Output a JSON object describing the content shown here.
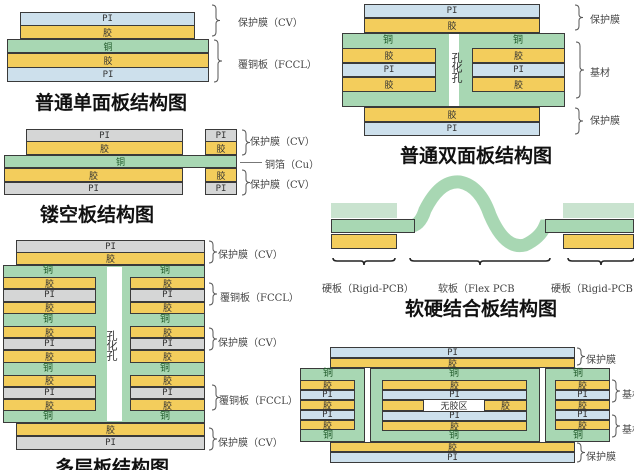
{
  "terms": {
    "pi": "PI",
    "glue": "胶",
    "copper": "铜",
    "plated_hole": "孔化孔",
    "no_glue_zone": "无胶区"
  },
  "single_sided": {
    "title": "普通单面板结构图",
    "label_cv": "保护膜（CV）",
    "label_fccl": "覆铜板（FCCL）"
  },
  "hollow": {
    "title": "镂空板结构图",
    "label_cv_top": "保护膜（CV）",
    "label_cu": "铜箔（Cu）",
    "label_cv_bottom": "保护膜（CV）"
  },
  "double_sided": {
    "title": "普通双面板结构图",
    "label_top": "保护膜",
    "label_base": "基材",
    "label_bottom": "保护膜"
  },
  "rigid_flex": {
    "title": "软硬结合板结构图",
    "label_rigid_left": "硬板（Rigid-PCB）",
    "label_flex": "软板（Flex PCB",
    "label_rigid_right": "硬板（Rigid-PCB"
  },
  "multilayer": {
    "title": "多层板结构图",
    "label_cv_1": "保护膜（CV）",
    "label_fccl_1": "覆铜板（FCCL）",
    "label_cv_2": "保护膜（CV）",
    "label_fccl_2": "覆铜板（FCCL）",
    "label_cv_3": "保护膜（CV）"
  },
  "rigid_flex_multi": {
    "label_top": "保护膜",
    "label_base_1": "基材",
    "label_base_2": "基材",
    "label_bottom": "保护膜"
  },
  "colors": {
    "pi": "#cde0ec",
    "glue": "#f3cd5c",
    "copper": "#a8d7b3"
  }
}
